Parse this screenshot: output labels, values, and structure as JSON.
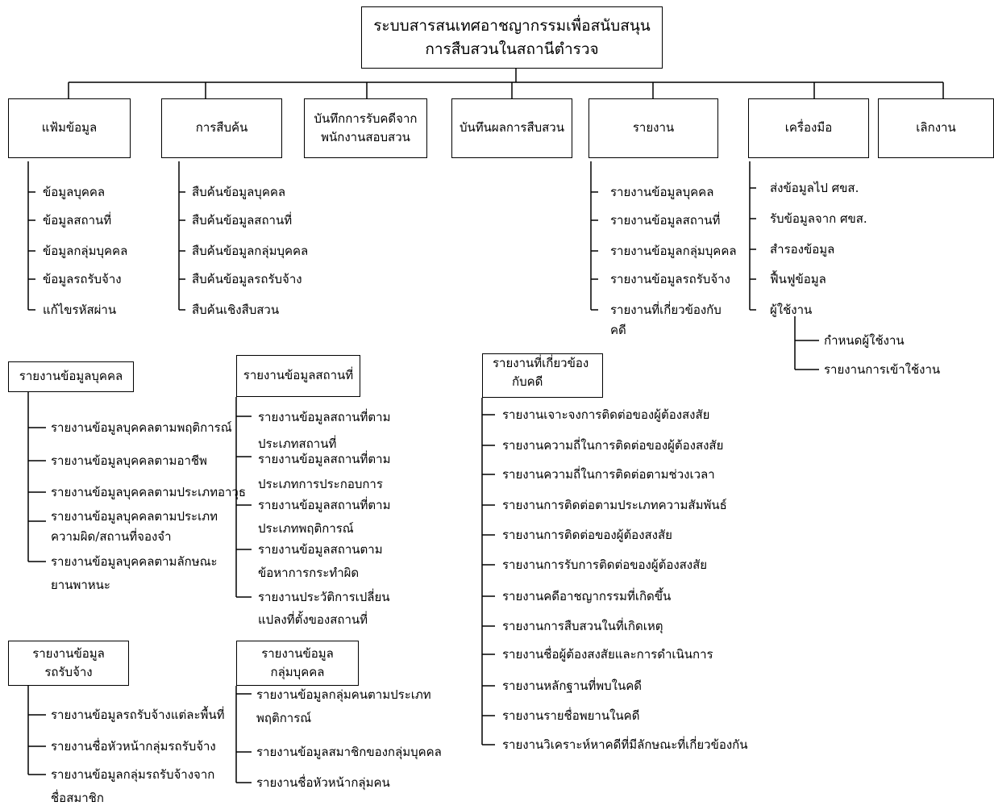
{
  "root": {
    "line1": "ระบบสารสนเทศอาชญากรรมเพื่อสนับสนุน",
    "line2": "การสืบสวนในสถานีตำรวจ"
  },
  "menus": [
    {
      "label": "แฟ้มข้อมูล",
      "items": [
        "ข้อมูลบุคคล",
        "ข้อมูลสถานที่",
        "ข้อมูลกลุ่มบุคคล",
        "ข้อมูลรถรับจ้าง",
        "แก้ไขรหัสผ่าน"
      ]
    },
    {
      "label": "การสืบค้น",
      "items": [
        "สืบค้นข้อมูลบุคคล",
        "สืบค้นข้อมูลสถานที่",
        "สืบค้นข้อมูลกลุ่มบุคคล",
        "สืบค้นข้อมูลรถรับจ้าง",
        "สืบค้นเชิงสืบสวน"
      ]
    },
    {
      "label": "บันทึกการรับคดีจาก พนักงานสอบสวน",
      "line1": "บันทึกการรับคดีจาก",
      "line2": "พนักงานสอบสวน"
    },
    {
      "label": "บันทึนผลการสืบสวน"
    },
    {
      "label": "รายงาน",
      "items": [
        "รายงานข้อมูลบุคคล",
        "รายงานข้อมูลสถานที่",
        "รายงานข้อมูลกลุ่มบุคคล",
        "รายงานข้อมูลรถรับจ้าง",
        "รายงานที่เกี่ยวข้องกับ",
        "คดี"
      ]
    },
    {
      "label": "เครื่องมือ",
      "items": [
        "ส่งข้อมูลไป ศขส.",
        "รับข้อมูลจาก ศขส.",
        "สำรองข้อมูล",
        "ฟื้นฟูข้อมูล",
        "ผู้ใช้งาน"
      ],
      "subitems": [
        "กำหนดผู้ใช้งาน",
        "รายงานการเข้าใช้งาน"
      ]
    },
    {
      "label": "เลิกงาน"
    }
  ],
  "detail_person": {
    "title": "รายงานข้อมูลบุคคล",
    "items": [
      "รายงานข้อมูลบุคคลตามพฤติการณ์",
      "รายงานข้อมูลบุคคลตามอาชีพ",
      "รายงานข้อมูลบุคคลตามประเภทอาวุธ",
      "รายงานข้อมูลบุคคลตามประเภท",
      "ความผิด/สถานที่จองจำ",
      "รายงานข้อมูลบุคคลตามลักษณะ",
      "ยานพาหนะ"
    ]
  },
  "detail_place": {
    "title": "รายงานข้อมูลสถานที่",
    "items": [
      "รายงานข้อมูลสถานที่ตาม",
      "ประเภทสถานที่",
      "รายงานข้อมูลสถานที่ตาม",
      "ประเภทการประกอบการ",
      "รายงานข้อมูลสถานที่ตาม",
      "ประเภทพฤติการณ์",
      "รายงานข้อมูลสถานตาม",
      "ข้อหาการกระทำผิด",
      "รายงานประวัติการเปลี่ยน",
      "แปลงที่ตั้งของสถานที่"
    ]
  },
  "detail_case": {
    "title1": "รายงานที่เกี่ยวข้อง",
    "title2": "กับคดี",
    "items": [
      "รายงานเจาะจงการติดต่อของผู้ต้องสงสัย",
      "รายงานความถี่ในการติดต่อของผู้ต้องสงสัย",
      "รายงานความถี่ในการติดต่อตามช่วงเวลา",
      "รายงานการติดต่อตามประเภทความสัมพันธ์",
      "รายงานการติดต่อของผู้ต้องสงสัย",
      "รายงานการรับการติดต่อของผู้ต้องสงสัย",
      "รายงานคดีอาชญากรรมที่เกิดขึ้น",
      "รายงานการสืบสวนในที่เกิดเหตุ",
      "รายงานชื่อผู้ต้องสงสัยและการดำเนินการ",
      "รายงานหลักฐานที่พบในคดี",
      "รายงานรายชื่อพยานในคดี",
      "รายงานวิเคราะห์หาคดีที่มีลักษณะที่เกี่ยวข้องกัน"
    ]
  },
  "detail_taxi": {
    "title1": "รายงานข้อมูล",
    "title2": "รถรับจ้าง",
    "items": [
      "รายงานข้อมูลรถรับจ้างแต่ละพื้นที่",
      "รายงานชื่อหัวหน้ากลุ่มรถรับจ้าง",
      "รายงานข้อมูลกลุ่มรถรับจ้างจาก",
      "ชื่อสมาชิก"
    ]
  },
  "detail_group": {
    "title1": "รายงานข้อมูล",
    "title2": "กลุ่มบุคคล",
    "items": [
      "รายงานข้อมูลกลุ่มคนตามประเภท",
      "พฤติการณ์",
      "รายงานข้อมูลสมาชิกของกลุ่มบุคคล",
      "รายงานชื่อหัวหน้ากลุ่มคน"
    ]
  }
}
